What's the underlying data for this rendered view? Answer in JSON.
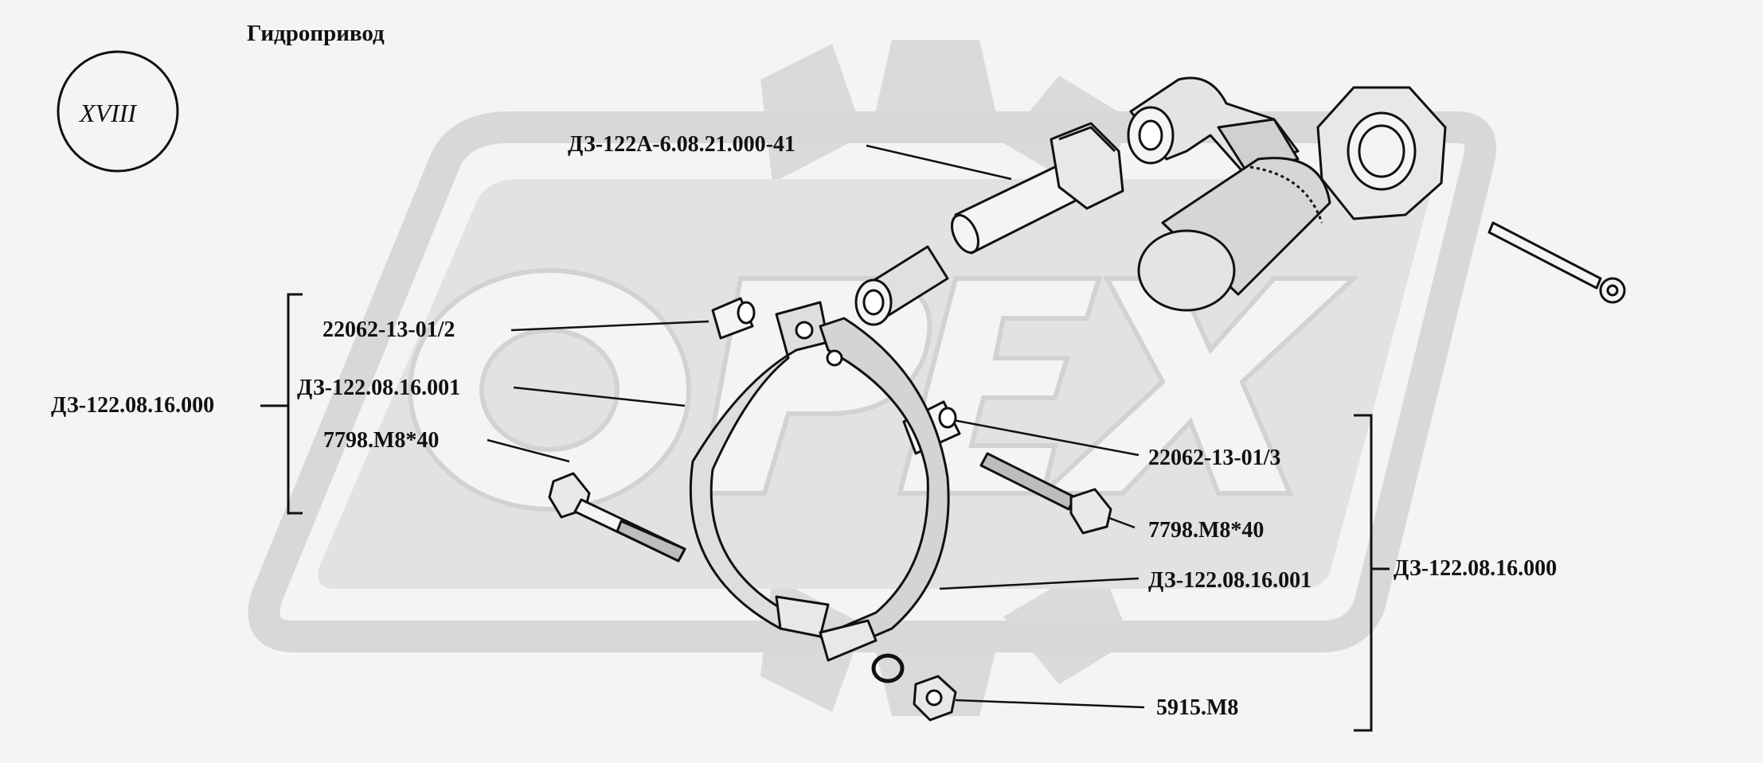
{
  "title": "Гидропривод",
  "section_number": "XVIII",
  "watermark_text": "OPEX",
  "parts": {
    "hose_fitting": "ДЗ-122А-6.08.21.000-41",
    "bushing_left": "22062-13-01/2",
    "clamp_upper": "ДЗ-122.08.16.001",
    "bolt_left": "7798.М8*40",
    "bushing_right": "22062-13-01/3",
    "bolt_right": "7798.М8*40",
    "clamp_lower": "ДЗ-122.08.16.001",
    "nut": "5915.М8"
  },
  "assemblies": {
    "left": "ДЗ-122.08.16.000",
    "right": "ДЗ-122.08.16.000"
  },
  "colors": {
    "ink": "#111111",
    "watermark": "#d9d9d7",
    "background": "#f4f4f2"
  }
}
